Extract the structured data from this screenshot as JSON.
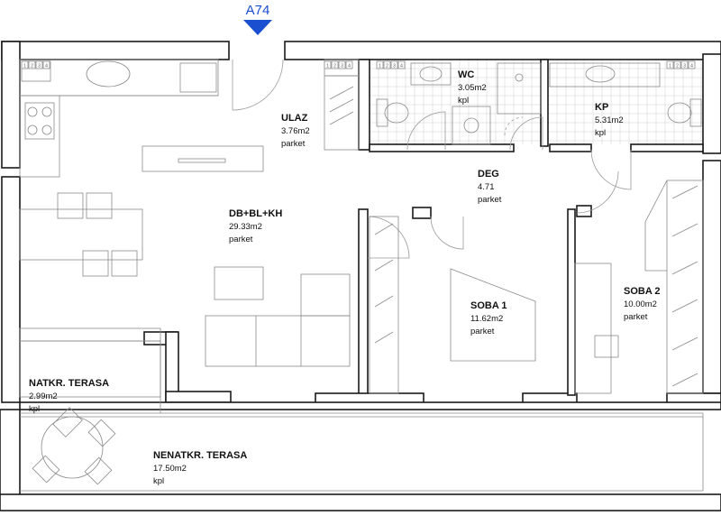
{
  "apartment_marker": "A74",
  "rooms": [
    {
      "key": "ulaz",
      "name": "ULAZ",
      "area": "3.76m2",
      "floor": "parket"
    },
    {
      "key": "wc",
      "name": "WC",
      "area": "3.05m2",
      "floor": "kpl"
    },
    {
      "key": "kp",
      "name": "KP",
      "area": "5.31m2",
      "floor": "kpl"
    },
    {
      "key": "deg",
      "name": "DEG",
      "area": "4.71",
      "floor": "parket"
    },
    {
      "key": "living",
      "name": "DB+BL+KH",
      "area": "29.33m2",
      "floor": "parket"
    },
    {
      "key": "soba1",
      "name": "SOBA 1",
      "area": "11.62m2",
      "floor": "parket"
    },
    {
      "key": "soba2",
      "name": "SOBA 2",
      "area": "10.00m2",
      "floor": "parket"
    },
    {
      "key": "natkr",
      "name": "NATKR. TERASA",
      "area": "2.99m2",
      "floor": "kpl"
    },
    {
      "key": "nenat",
      "name": "NENATKR. TERASA",
      "area": "17.50m2",
      "floor": "kpl"
    }
  ],
  "switch_labels": [
    "1",
    "2",
    "3",
    "4"
  ]
}
